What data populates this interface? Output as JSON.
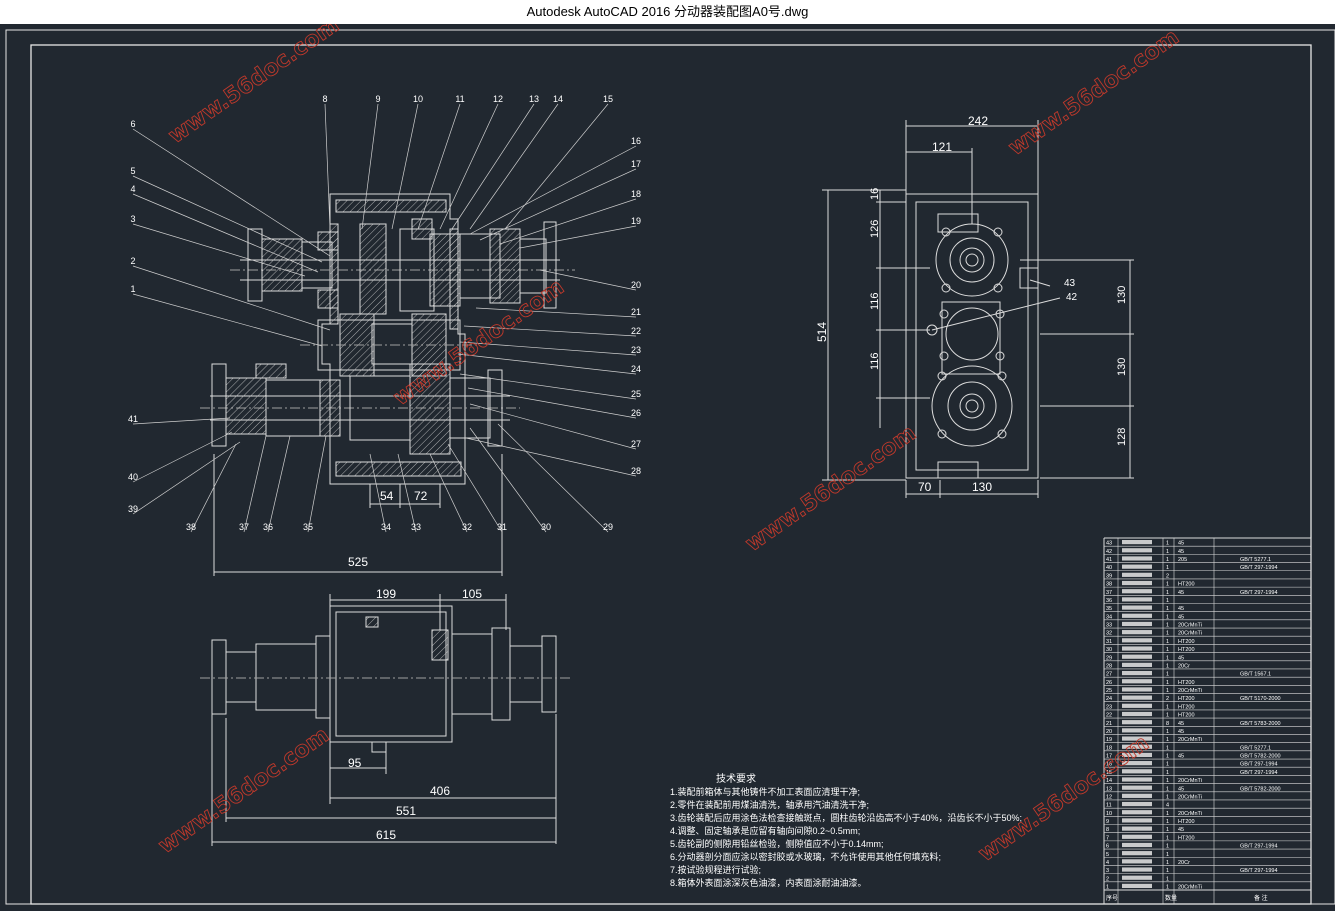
{
  "window": {
    "title": "Autodesk AutoCAD 2016     分动器装配图A0号.dwg"
  },
  "watermark": "www.56doc.com",
  "balloons": {
    "top": [
      "8",
      "9",
      "10",
      "11",
      "12",
      "13",
      "14",
      "15"
    ],
    "left": [
      "6",
      "5",
      "4",
      "3",
      "2",
      "1",
      "41",
      "40",
      "39"
    ],
    "right": [
      "16",
      "17",
      "18",
      "19",
      "20",
      "21",
      "22",
      "23",
      "24",
      "25",
      "26",
      "27",
      "28"
    ],
    "bottom": [
      "38",
      "37",
      "36",
      "35",
      "34",
      "33",
      "32",
      "31",
      "30",
      "29"
    ]
  },
  "dims": {
    "front": {
      "d54": "54",
      "d72": "72",
      "d525": "525"
    },
    "side": {
      "w242": "242",
      "w121": "121",
      "h514": "514",
      "h16": "16",
      "h126": "126",
      "h116a": "116",
      "h116b": "116",
      "h130a": "130",
      "h130b": "130",
      "h128": "128",
      "b70": "70",
      "b130": "130",
      "lbl43": "43",
      "lbl42": "42"
    },
    "top": {
      "d199": "199",
      "d105": "105",
      "d95": "95",
      "d406": "406",
      "d551": "551",
      "d615": "615"
    }
  },
  "notes": {
    "title": "技术要求",
    "lines": [
      "1.装配前箱体与其他铸件不加工表面应清理干净;",
      "2.零件在装配前用煤油清洗，轴承用汽油清洗干净;",
      "3.齿轮装配后应用涂色法检查接触斑点，圆柱齿轮沿齿高不小于40%，沿齿长不小于50%;",
      "4.调整、固定轴承是应留有轴向间隙0.2~0.5mm;",
      "5.齿轮副的侧隙用铅丝检验，侧隙值应不小于0.14mm;",
      "6.分动器剖分面应涂以密封胶或水玻璃，不允许使用其他任何填充料;",
      "7.按试验规程进行试验;",
      "8.箱体外表面涂深灰色油漆，内表面涂耐油油漆。"
    ]
  },
  "bom": {
    "rows": [
      [
        "43",
        "",
        "1",
        "45",
        ""
      ],
      [
        "42",
        "",
        "1",
        "45",
        ""
      ],
      [
        "41",
        "",
        "1",
        "205",
        "GB/T 5277.1"
      ],
      [
        "40",
        "",
        "1",
        "",
        "GB/T 297-1994"
      ],
      [
        "39",
        "",
        "2",
        "",
        ""
      ],
      [
        "38",
        "",
        "1",
        "HT200",
        ""
      ],
      [
        "37",
        "",
        "1",
        "45",
        "GB/T 297-1994"
      ],
      [
        "36",
        "",
        "1",
        "",
        ""
      ],
      [
        "35",
        "",
        "1",
        "45",
        ""
      ],
      [
        "34",
        "",
        "1",
        "45",
        ""
      ],
      [
        "33",
        "",
        "1",
        "20CrMnTi",
        ""
      ],
      [
        "32",
        "",
        "1",
        "20CrMnTi",
        ""
      ],
      [
        "31",
        "",
        "1",
        "HT200",
        ""
      ],
      [
        "30",
        "",
        "1",
        "HT200",
        ""
      ],
      [
        "29",
        "",
        "1",
        "45",
        ""
      ],
      [
        "28",
        "",
        "1",
        "20Cr",
        ""
      ],
      [
        "27",
        "",
        "1",
        "",
        "GB/T 1567.1"
      ],
      [
        "26",
        "",
        "1",
        "HT200",
        ""
      ],
      [
        "25",
        "",
        "1",
        "20CrMnTi",
        ""
      ],
      [
        "24",
        "",
        "2",
        "HT200",
        "GB/T 5170-2000"
      ],
      [
        "23",
        "",
        "1",
        "HT200",
        ""
      ],
      [
        "22",
        "",
        "1",
        "HT200",
        ""
      ],
      [
        "21",
        "",
        "8",
        "45",
        "GB/T 5783-2000"
      ],
      [
        "20",
        "",
        "1",
        "45",
        ""
      ],
      [
        "19",
        "",
        "1",
        "20CrMnTi",
        ""
      ],
      [
        "18",
        "",
        "1",
        "",
        "GB/T 5277.1"
      ],
      [
        "17",
        "",
        "1",
        "45",
        "GB/T 5782-2000"
      ],
      [
        "16",
        "",
        "1",
        "",
        "GB/T 297-1994"
      ],
      [
        "15",
        "",
        "1",
        "",
        "GB/T 297-1994"
      ],
      [
        "14",
        "",
        "1",
        "20CrMnTi",
        ""
      ],
      [
        "13",
        "",
        "1",
        "45",
        "GB/T 5782-2000"
      ],
      [
        "12",
        "",
        "1",
        "20CrMnTi",
        ""
      ],
      [
        "11",
        "",
        "4",
        "",
        ""
      ],
      [
        "10",
        "",
        "1",
        "20CrMnTi",
        ""
      ],
      [
        "9",
        "",
        "1",
        "HT200",
        ""
      ],
      [
        "8",
        "",
        "1",
        "45",
        ""
      ],
      [
        "7",
        "",
        "1",
        "HT200",
        ""
      ],
      [
        "6",
        "",
        "1",
        "",
        "GB/T 297-1994"
      ],
      [
        "5",
        "",
        "1",
        "",
        ""
      ],
      [
        "4",
        "",
        "1",
        "20Cr",
        ""
      ],
      [
        "3",
        "",
        "1",
        "",
        "GB/T 297-1994"
      ],
      [
        "2",
        "",
        "1",
        "",
        ""
      ],
      [
        "1",
        "",
        "1",
        "20CrMnTi",
        ""
      ]
    ],
    "footer": [
      "序号",
      "",
      "数量",
      "",
      "备  注"
    ]
  }
}
